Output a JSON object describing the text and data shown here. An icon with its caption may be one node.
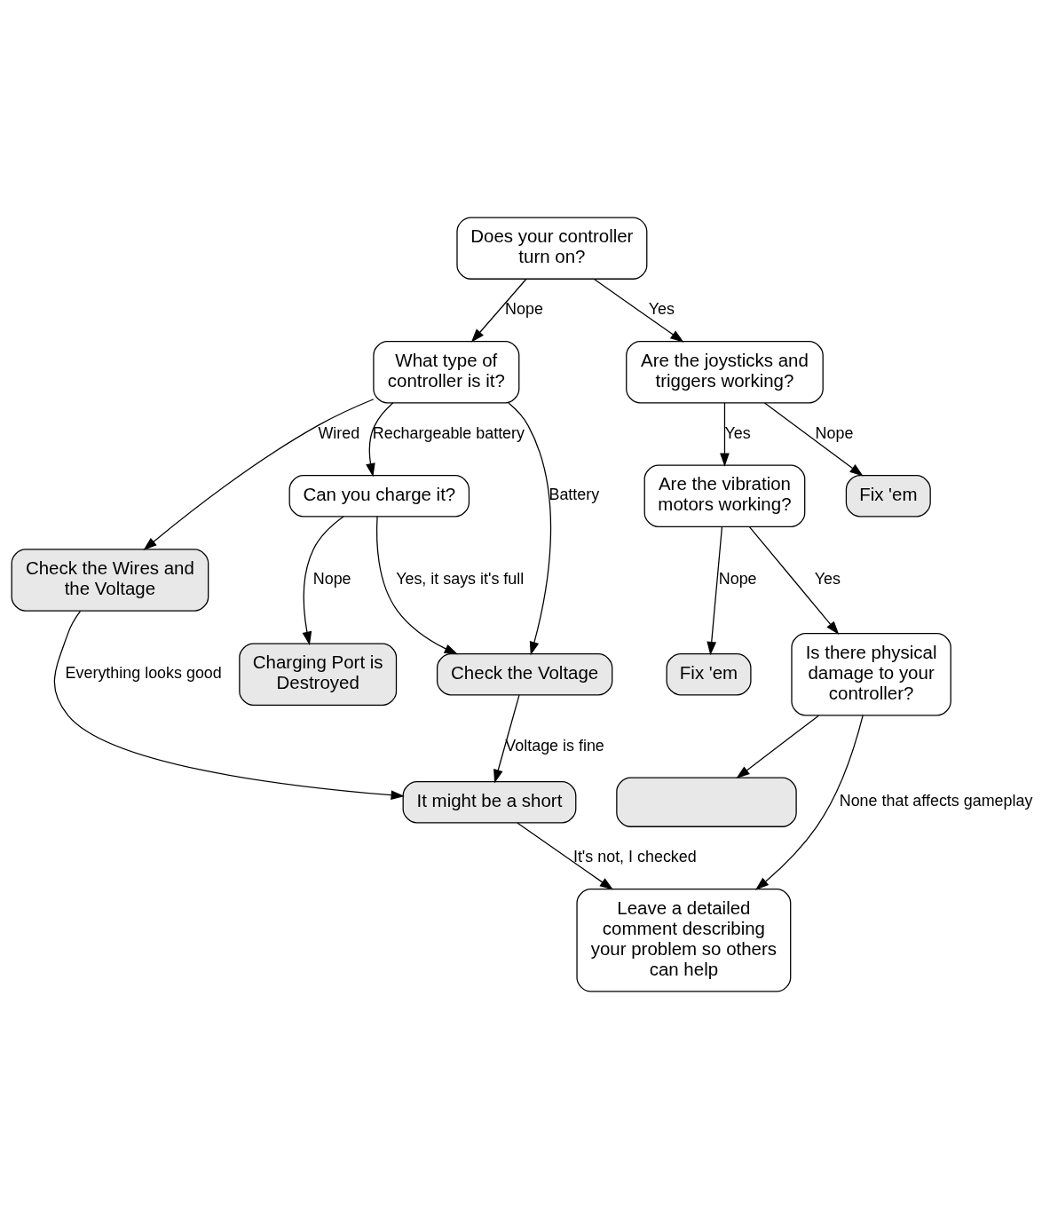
{
  "diagram": {
    "nodes": [
      {
        "text": [
          "Does your controller turn on?"
        ]
      },
      {
        "text": [
          "What type of controller is it?"
        ]
      },
      {
        "text": [
          "Are the joysticks and triggers working?"
        ]
      },
      {
        "text": [
          "Are the vibration motors working?"
        ]
      },
      {
        "text": [
          "Fix 'em"
        ]
      },
      {
        "text": [
          "Check the Wires and the Voltage"
        ]
      },
      {
        "text": [
          "Can you charge it?"
        ]
      },
      {
        "text": [
          "Fix 'em"
        ]
      },
      {
        "text": [
          "Is there physical damage to your controller?"
        ]
      },
      {
        "text": [
          "Charging Port is Destroyed"
        ]
      },
      {
        "text": [
          "Check the Voltage"
        ]
      },
      {
        "text": [],
        "shape": "box"
      },
      {
        "text": [
          "It might be a short"
        ]
      },
      {
        "text": [
          "Leave a detailed comment describing your problem so others can help"
        ]
      }
    ],
    "edges": [
      {
        "from": 0,
        "to": 1,
        "label": "Nope",
        "arrow": "to"
      },
      {
        "from": 0,
        "to": 2,
        "label": "Yes",
        "arrow": "to"
      },
      {
        "from": 2,
        "to": 3,
        "label": "Yes",
        "arrow": "to"
      },
      {
        "from": 2,
        "to": 4,
        "label": "Nope",
        "arrow": "to"
      },
      {
        "from": 1,
        "to": 6,
        "label": "Rechargeable battery",
        "arrow": "to"
      },
      {
        "from": 1,
        "to": 10,
        "label": "Battery",
        "arrow": "to"
      },
      {
        "from": 1,
        "to": 5,
        "label": "Wired",
        "arrow": "to"
      },
      {
        "from": 3,
        "to": 8,
        "label": "Yes",
        "arrow": "to"
      },
      {
        "from": 3,
        "to": 7,
        "label": "Nope",
        "arrow": "to"
      },
      {
        "from": 6,
        "to": 9,
        "label": "Nope",
        "arrow": "to"
      },
      {
        "from": 6,
        "to": 10,
        "label": "Yes, it says it's full",
        "arrow": "to"
      },
      {
        "from": 5,
        "to": 12,
        "label": "Everything looks good",
        "arrow": "to"
      },
      {
        "from": 8,
        "to": 11,
        "arrow": "to"
      },
      {
        "from": 8,
        "to": 13,
        "label": "None that affects gameplay",
        "arrow": "to"
      },
      {
        "from": 10,
        "to": 12,
        "label": "Voltage is fine",
        "arrow": "to"
      },
      {
        "from": 12,
        "to": 13,
        "label": "It's not, I checked",
        "arrow": "to"
      }
    ]
  }
}
